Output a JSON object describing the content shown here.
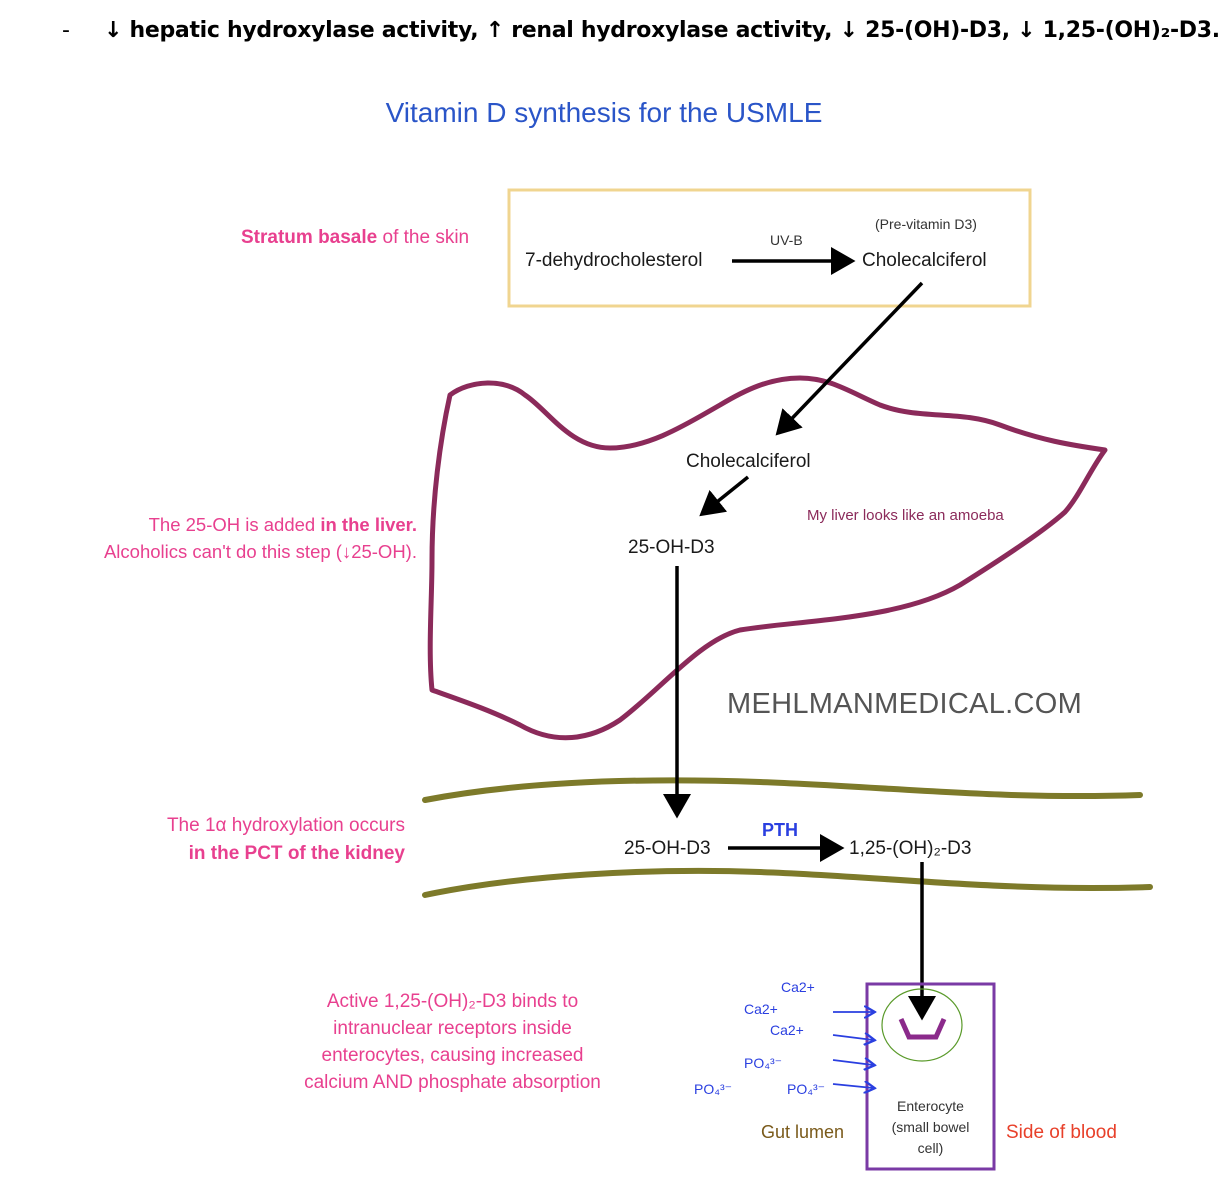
{
  "header": {
    "bullet": "-",
    "text": "↓ hepatic hydroxylase activity, ↑ renal hydroxylase activity, ↓ 25-(OH)-D3, ↓ 1,25-(OH)₂-D3."
  },
  "title": "Vitamin D synthesis for the USMLE",
  "skin": {
    "label_bold": "Stratum basale",
    "label_rest": " of the skin",
    "precursor": "7-dehydrocholesterol",
    "arrow_label": "UV-B",
    "product_note": "(Pre-vitamin D3)",
    "product": "Cholecalciferol"
  },
  "liver": {
    "label_line1_plain": "The 25-OH is added ",
    "label_line1_bold": "in the liver.",
    "label_line2": "Alcoholics can't do this step (↓25-OH).",
    "input": "Cholecalciferol",
    "output": "25-OH-D3",
    "note": "My liver looks like an amoeba"
  },
  "watermark": "MEHLMANMEDICAL.COM",
  "kidney": {
    "label_line1": "The 1α hydroxylation occurs",
    "label_line2": "in the PCT of the kidney",
    "input": "25-OH-D3",
    "arrow_label": "PTH",
    "output": "1,25-(OH)₂-D3"
  },
  "gut": {
    "desc_lines": [
      "Active 1,25-(OH)₂-D3 binds to",
      "intranuclear receptors inside",
      "enterocytes, causing increased",
      "calcium AND phosphate absorption"
    ],
    "ions": [
      "Ca2+",
      "Ca2+",
      "Ca2+",
      "PO₄³⁻",
      "PO₄³⁻",
      "PO₄³⁻"
    ],
    "gut_lumen": "Gut lumen",
    "cell_label": [
      "Enterocyte",
      "(small bowel",
      "cell)"
    ],
    "blood_side": "Side of blood"
  },
  "colors": {
    "title": "#2a55c8",
    "pink": "#e8408f",
    "liver_outline": "#8b2a5a",
    "kidney_lines": "#7d7a2a",
    "skin_box": "#f0d590",
    "enterocyte_box": "#7a3aa5",
    "ion_blue": "#2a3fe0",
    "gut_lumen": "#7a5a1a",
    "blood_side": "#e8402a"
  }
}
